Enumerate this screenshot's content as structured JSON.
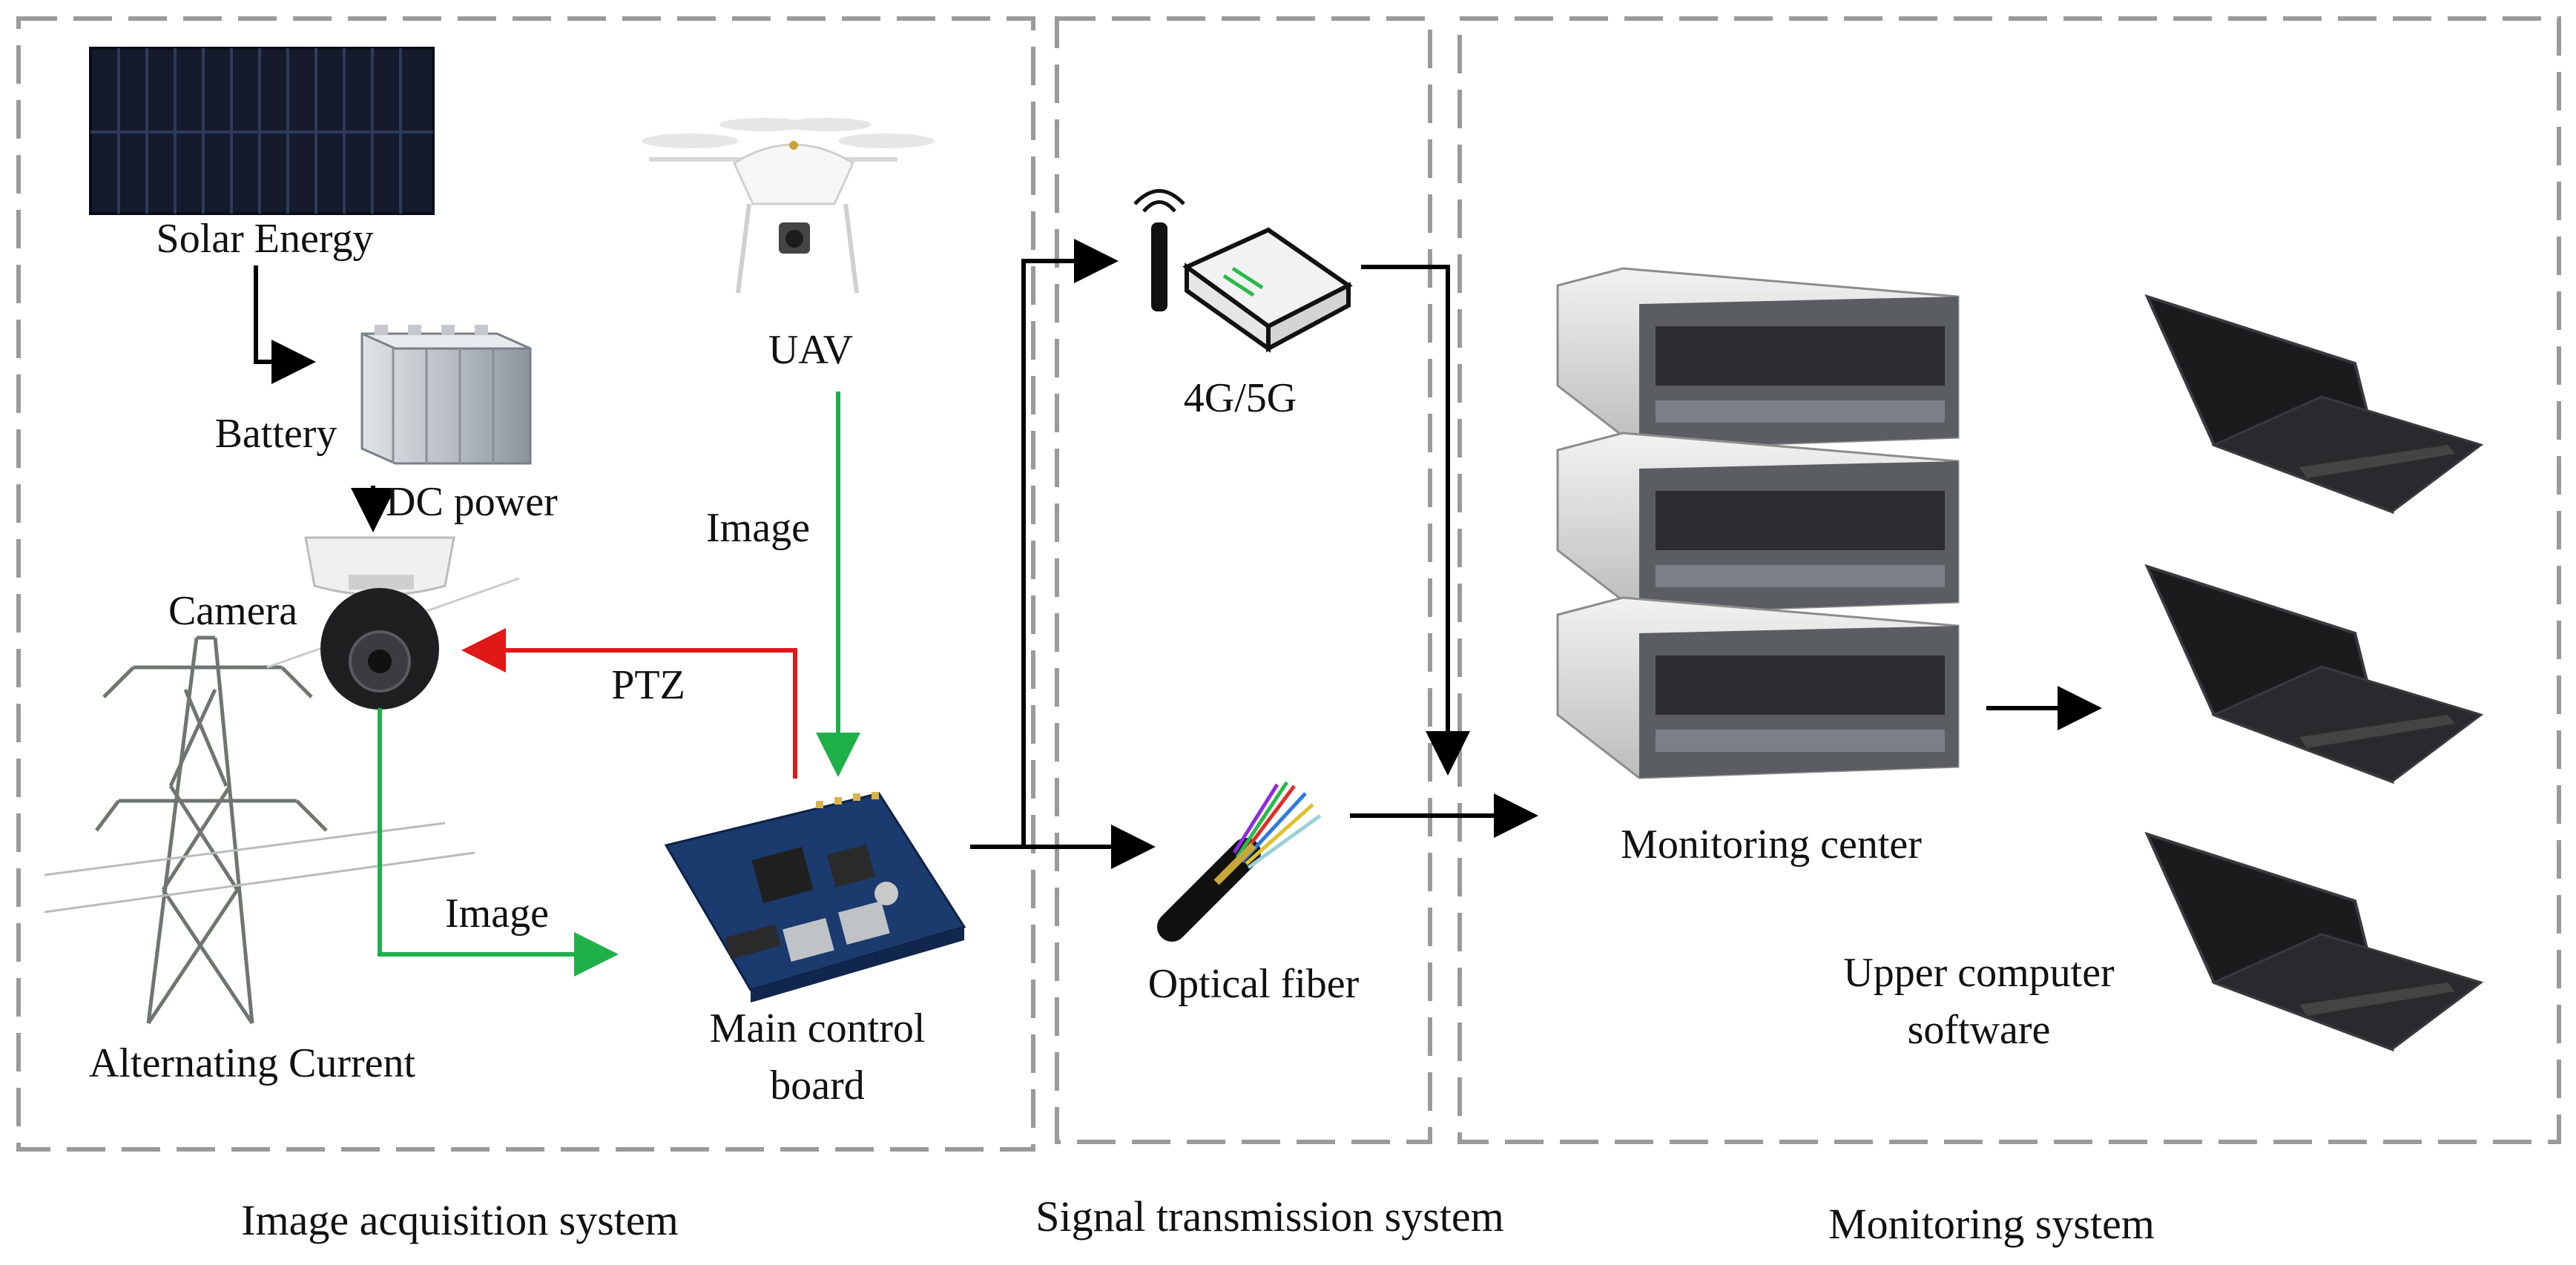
{
  "sections": {
    "acquisition": "Image acquisition system",
    "transmission": "Signal transmission system",
    "monitoring": "Monitoring system"
  },
  "labels": {
    "solar": "Solar Energy",
    "battery": "Battery",
    "dc_power": "DC power",
    "camera": "Camera",
    "uav": "UAV",
    "image_uav": "Image",
    "ptz": "PTZ",
    "image_camera": "Image",
    "ac": "Alternating Current",
    "board_line1": "Main control",
    "board_line2": "board",
    "network": "4G/5G",
    "fiber": "Optical fiber",
    "center": "Monitoring center",
    "software_line1": "Upper computer",
    "software_line2": "software"
  },
  "colors": {
    "frame": "#9a9a9a",
    "arrow": "#000000",
    "image_flow": "#1fb04a",
    "ptz_flow": "#e01818"
  },
  "icons": {
    "solar": "solar-panel-icon",
    "battery": "battery-icon",
    "camera": "ptz-camera-icon",
    "tower": "transmission-tower-icon",
    "uav": "drone-icon",
    "board": "circuit-board-icon",
    "router": "wireless-router-icon",
    "fiber": "fiber-cable-icon",
    "server": "server-rack-icon",
    "laptop": "laptop-icon"
  }
}
